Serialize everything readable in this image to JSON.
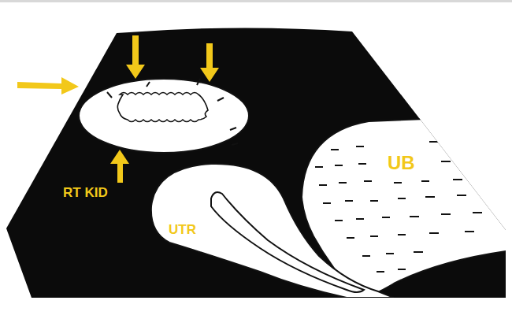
{
  "diagram": {
    "labels": [
      "RT KID",
      "UTR",
      "UB"
    ]
  }
}
